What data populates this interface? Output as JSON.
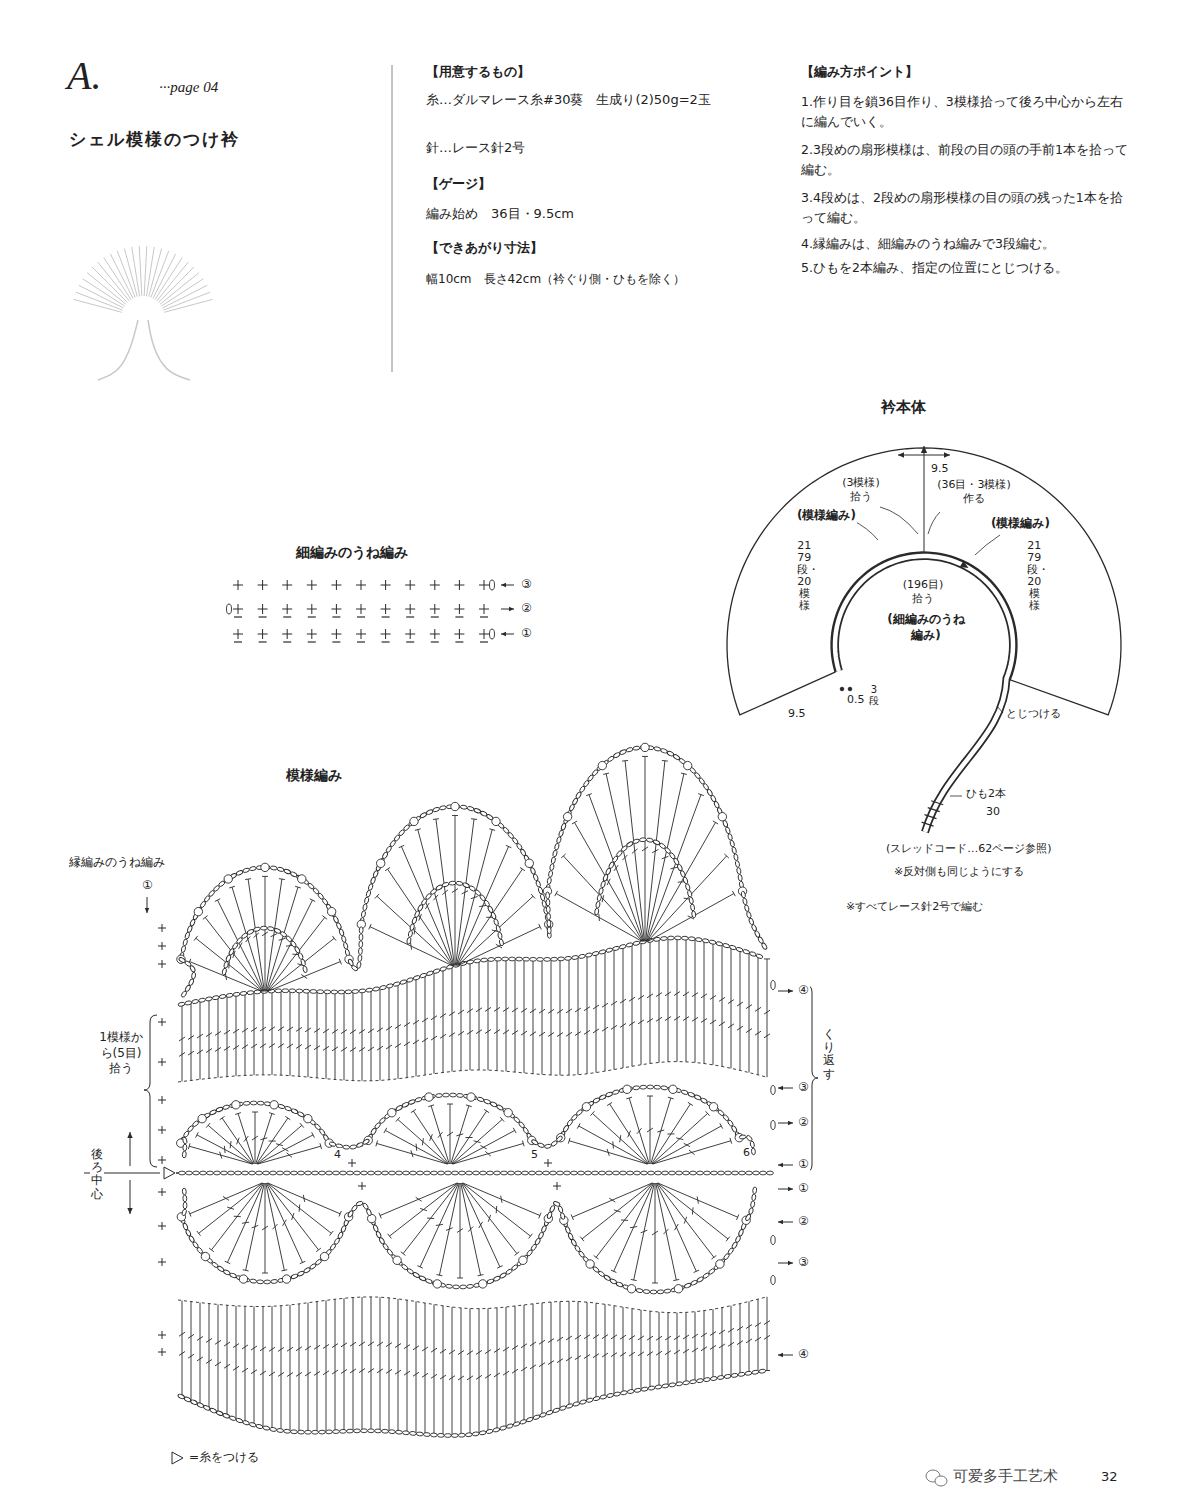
{
  "diagram": {
    "title": "シェル模様のつけ衿",
    "labels": [
      "A.",
      "···page 04",
      "【用意するもの】",
      "糸…ダルマレース糸#30葵　生成り(2)50g=2玉",
      "針…レース針2号",
      "【ゲージ】",
      "編み始め　36目・9.5cm",
      "【できあがり寸法】",
      "幅10cm　長さ42cm（衿ぐり側・ひもを除く）",
      "【編み方ポイント】",
      "1.作り目を鎖36目作り、3模様拾って後ろ中心から左右に編んでいく。",
      "2.3段めの扇形模様は、前段の目の頭の手前1本を拾って編む。",
      "3.4段めは、2段めの扇形模様の目の頭の残った1本を拾って編む。",
      "4.縁編みは、細編みのうね編みで3段編む。",
      "5.ひもを2本編み、指定の位置にとじつける。",
      "衿本体",
      "9.5",
      "(3模様) 拾う",
      "(36目・3模様) 作る",
      "(模様編み)",
      "(模様編み)",
      "21 79段・20模様",
      "21 79段・20模様",
      "(196目) 拾う",
      "(細編みのうね編み)",
      "9.5",
      "0.5",
      "3段",
      "とじつける",
      "ひも2本",
      "30",
      "(スレッドコード…62ページ参照)",
      "※反対側も同じようにする",
      "※すべてレース針2号で編む",
      "細編みのうね編み",
      "③",
      "②",
      "①",
      "模様編み",
      "縁編みのうね編み",
      "①",
      "1模様から(5目)拾う",
      "後ろ中心",
      "4",
      "5",
      "6",
      "④",
      "くり返す",
      "③",
      "②",
      "①",
      "①",
      "②",
      "③",
      "④",
      "=糸をつける",
      "可爱多手工艺术",
      "32"
    ]
  }
}
